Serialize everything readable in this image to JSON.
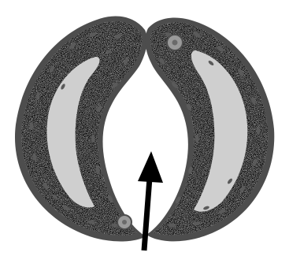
{
  "diagram": {
    "subject": "stomatal-pore-guard-cells",
    "parts": [
      {
        "id": "left-guard-cell"
      },
      {
        "id": "right-guard-cell"
      },
      {
        "id": "stomatal-pore"
      },
      {
        "id": "pointer-arrow"
      }
    ]
  },
  "colors": {
    "cell_wall": "#4d4d4d",
    "cytoplasm": "#8c8c8c",
    "vacuole": "#cfcfcf",
    "chloroplast": "#5a5a5a",
    "nucleus": "#9a9a9a",
    "arrow": "#000000",
    "background": "#ffffff"
  }
}
